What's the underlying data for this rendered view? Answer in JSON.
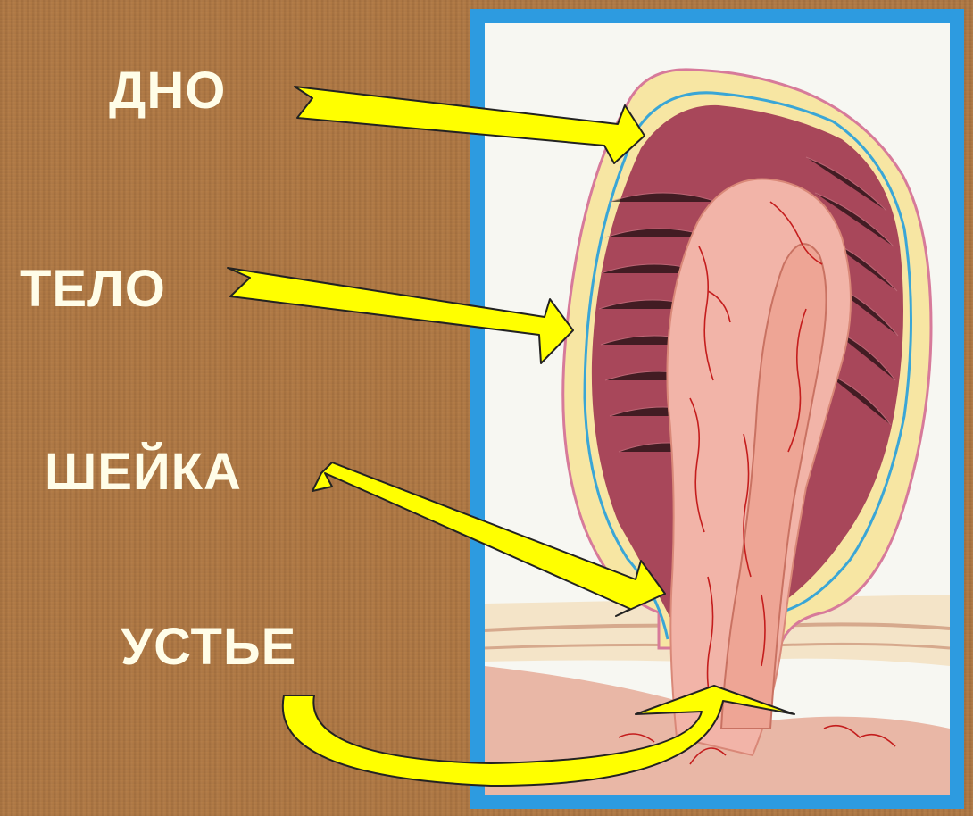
{
  "labels": [
    "ДНО",
    "ТЕЛО",
    "ШЕЙКА",
    "УСТЬЕ"
  ],
  "colors": {
    "background": "#b27a45",
    "label_text": "#fffde8",
    "arrow_fill": "#ffff00",
    "arrow_stroke": "#222222",
    "frame": "#2d9be0",
    "serosa_fill": "#f7e6a3",
    "lumen": "#a8475a",
    "mucosa": "#f2b4a8",
    "vessels": "#c41d1d"
  }
}
